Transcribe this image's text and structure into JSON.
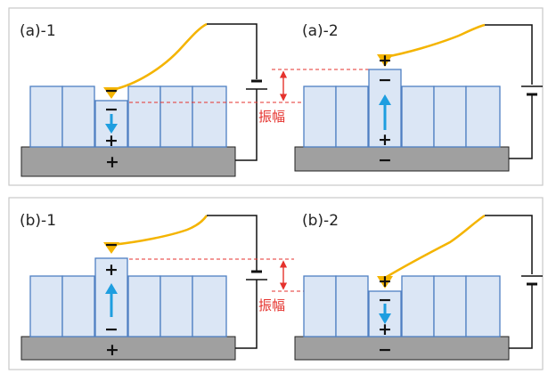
{
  "panels": {
    "a1": {
      "label": "(a)-1",
      "tip_sign": "−",
      "cell_top_sign": "−",
      "cell_bottom_sign": "+",
      "base_sign": "+",
      "arrow_direction": "down"
    },
    "a2": {
      "label": "(a)-2",
      "tip_sign": "+",
      "cell_top_sign": "−",
      "cell_bottom_sign": "+",
      "base_sign": "−",
      "arrow_direction": "up"
    },
    "b1": {
      "label": "(b)-1",
      "tip_sign": "−",
      "cell_top_sign": "+",
      "cell_bottom_sign": "−",
      "base_sign": "+",
      "arrow_direction": "up"
    },
    "b2": {
      "label": "(b)-2",
      "tip_sign": "+",
      "cell_top_sign": "−",
      "cell_bottom_sign": "+",
      "base_sign": "−",
      "arrow_direction": "down"
    }
  },
  "amplitude_label": "振幅",
  "colors": {
    "cell_fill": "#dbe6f5",
    "cell_stroke": "#4e7fc2",
    "base_fill": "#a0a0a0",
    "arrow": "#1e9ee0",
    "cantilever": "#f4b400",
    "dashed_line": "#e5322d",
    "wire": "#111111",
    "panel_border": "#c9c9c9"
  }
}
